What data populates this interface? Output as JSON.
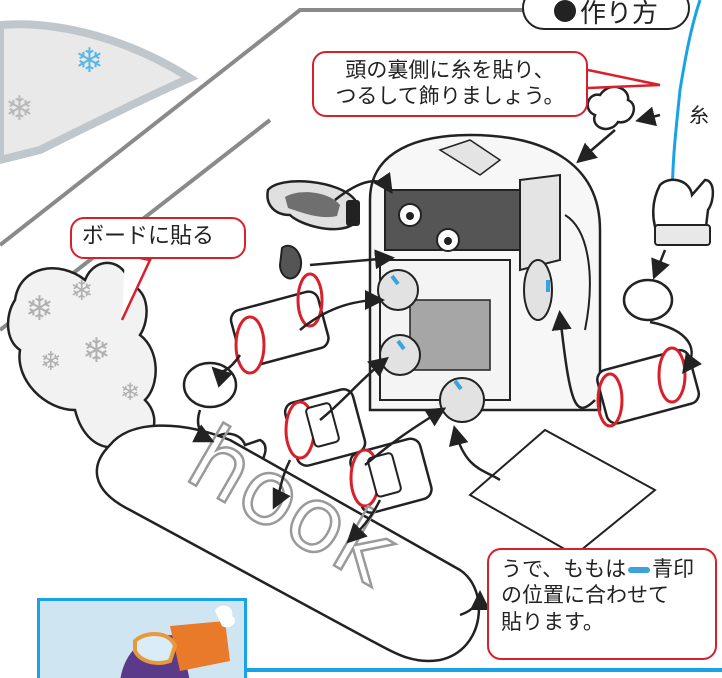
{
  "title": "作り方",
  "callouts": {
    "hanging_line1": "頭の裏側に糸を貼り、",
    "hanging_line2": "つるして飾りましょう。",
    "board": "ボードに貼る",
    "note_line1a": "うで、ももは",
    "note_line1b": "青印",
    "note_line2": "の位置に合わせて",
    "note_line3": "貼ります。"
  },
  "thread_label": "糸",
  "colors": {
    "red": "#d8202a",
    "blue": "#1aa2e6",
    "mark": "#3aa3dc",
    "gray": "#8a8a8a",
    "dark": "#222222"
  }
}
